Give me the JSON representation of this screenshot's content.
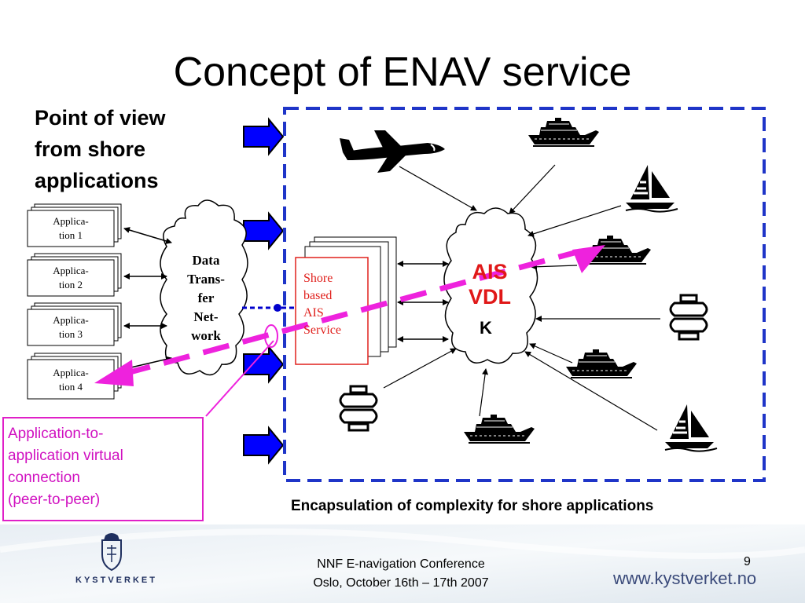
{
  "title": "Concept of ENAV service",
  "point_of_view": "Point of view\nfrom shore\napplications",
  "applications": [
    {
      "label": "Applica-\ntion 1"
    },
    {
      "label": "Applica-\ntion 2"
    },
    {
      "label": "Applica-\ntion 3"
    },
    {
      "label": "Applica-\ntion 4"
    }
  ],
  "data_transfer_cloud": "Data\nTrans-\nfer\nNet-\nwork",
  "shore_service": "Shore\nbased\nAIS\nService",
  "ais_cloud": "AIS\nVDL",
  "ais_cloud_extra": "K",
  "callout": "Application-to-\napplication virtual\nconnection\n(peer-to-peer)",
  "encapsulation": "Encapsulation of complexity for shore applications",
  "footer": {
    "conference": "NNF  E-navigation Conference\nOslo, October 16th – 17th 2007",
    "page_number": "9",
    "website": "www.kystverket.no",
    "brand": "KYSTVERKET"
  },
  "colors": {
    "arrow_blue": "#0000ff",
    "dashed_box": "#1f35c8",
    "magenta": "#ee22dd",
    "shore_red": "#e0201c"
  },
  "icons": [
    "airplane-icon",
    "ship-icon",
    "sailboat-icon",
    "buoy-icon",
    "coat-of-arms-icon"
  ]
}
